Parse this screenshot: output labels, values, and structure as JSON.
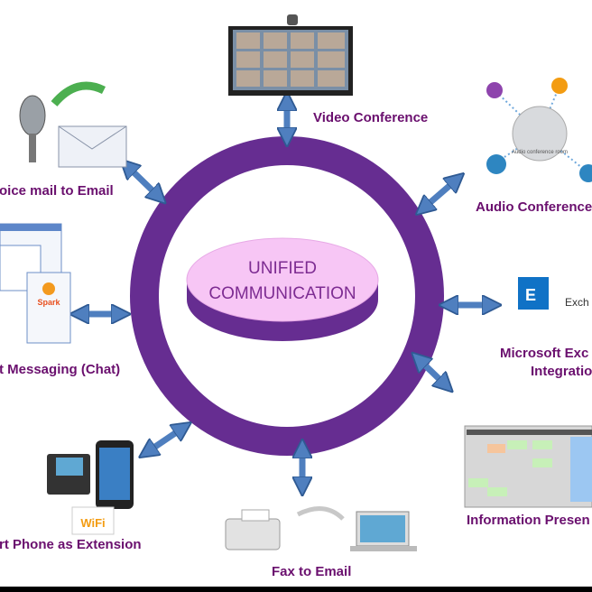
{
  "center": {
    "line1": "UNIFIED",
    "line2": "COMMUNICATION"
  },
  "colors": {
    "ring": "#662d91",
    "disk_top": "#f7c6f5",
    "disk_side": "#662d91",
    "arrow": "#4f7fbf",
    "label": "#6a0f6e"
  },
  "nodes": [
    {
      "label": "Video Conference",
      "icon": "video-wall-monitor-icon"
    },
    {
      "label": "oice mail to Email",
      "icon": "microphone-envelope-icon"
    },
    {
      "label": "Audio Conference",
      "icon": "audio-conference-room-icon",
      "caption": "Audio conference room"
    },
    {
      "label": "t Messaging (Chat)",
      "icon": "spark-chat-window-icon",
      "caption": "Spark"
    },
    {
      "label": "Microsoft Exc",
      "label2": "Integratio",
      "icon": "exchange-logo-icon",
      "caption": "Exch"
    },
    {
      "label": "rt Phone as Extension",
      "icon": "smartphone-wifi-icon",
      "caption": "WiFi"
    },
    {
      "label": "Fax to Email",
      "icon": "fax-laptop-icon"
    },
    {
      "label": "Information Presen",
      "icon": "dashboard-screenshot-icon"
    }
  ]
}
